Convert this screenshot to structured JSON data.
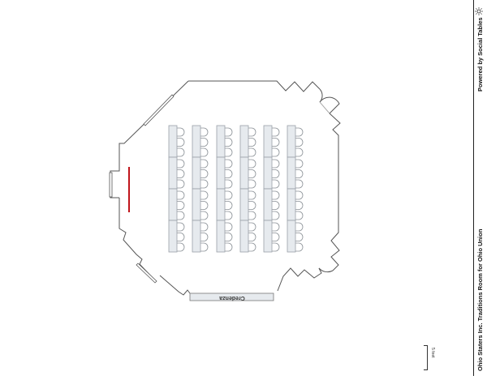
{
  "sidebar": {
    "powered_by": "Powered by Social Tables",
    "title": "Ohio Staters Inc. Traditions Room for Ohio Union",
    "icon": "sun-icon"
  },
  "scale": {
    "label": "5 feet"
  },
  "room": {
    "credenza_label": "Credenza",
    "table_columns": 6,
    "tables_per_column": 4,
    "chairs_per_table": 3,
    "colors": {
      "wall": "#555555",
      "table_fill": "#e6eaee",
      "table_stroke": "#9aa1a8",
      "chair_stroke": "#8a9096",
      "podium_red": "#c0151b"
    }
  }
}
